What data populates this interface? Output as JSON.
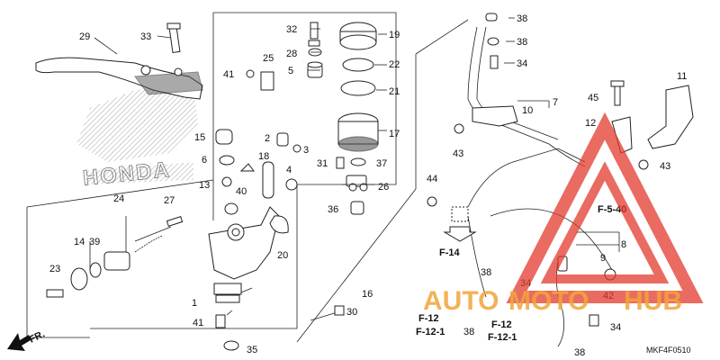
{
  "diagram": {
    "code": "MKF4F0510",
    "fr_label": "FR.",
    "brand_watermark": "HONDA",
    "watermark": {
      "auto": "AUTO",
      "moto": "MOTO",
      "hub": "HUB",
      "color": "#e23a2e",
      "accent": "#f2a53a"
    },
    "refs": {
      "f540": "F-5-40",
      "f14": "F-14",
      "f12_a": "F-12",
      "f121_a": "F-12-1",
      "f12_b": "F-12",
      "f121_b": "F-12-1"
    },
    "callouts": [
      "1",
      "2",
      "3",
      "4",
      "5",
      "6",
      "7",
      "8",
      "9",
      "10",
      "11",
      "12",
      "13",
      "14",
      "15",
      "16",
      "17",
      "18",
      "19",
      "20",
      "21",
      "22",
      "23",
      "24",
      "25",
      "26",
      "27",
      "28",
      "29",
      "30",
      "31",
      "32",
      "33",
      "34",
      "34",
      "34",
      "35",
      "36",
      "37",
      "38",
      "38",
      "38",
      "38",
      "38",
      "39",
      "40",
      "41",
      "41",
      "42",
      "43",
      "43",
      "44",
      "45"
    ]
  }
}
